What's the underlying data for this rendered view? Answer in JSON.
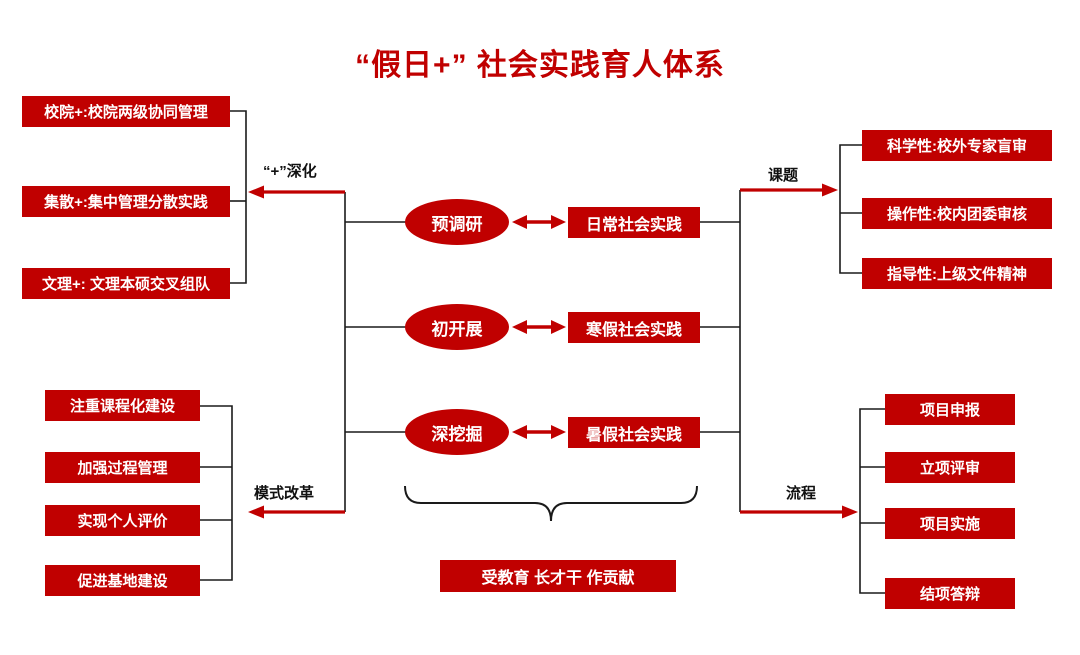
{
  "title": "“假日+” 社会实践育人体系",
  "management": {
    "label": "“+”深化",
    "items": [
      "校院+:校院两级协同管理",
      "集散+:集中管理分散实践",
      "文理+: 文理本硕交叉组队"
    ]
  },
  "mode_reform": {
    "label": "模式改革",
    "items": [
      "注重课程化建设",
      "加强过程管理",
      "实现个人评价",
      "促进基地建设"
    ]
  },
  "stages": [
    "预调研",
    "初开展",
    "深挖掘"
  ],
  "practices": [
    "日常社会实践",
    "寒假社会实践",
    "暑假社会实践"
  ],
  "topics": {
    "label": "课题",
    "items": [
      "科学性:校外专家盲审",
      "操作性:校内团委审核",
      "指导性:上级文件精神"
    ]
  },
  "process": {
    "label": "流程",
    "items": [
      "项目申报",
      "立项评审",
      "项目实施",
      "结项答辩"
    ]
  },
  "outcome": "受教育 长才干 作贡献",
  "colors": {
    "primary_red": "#c00000",
    "line": "#1a1a1a"
  }
}
